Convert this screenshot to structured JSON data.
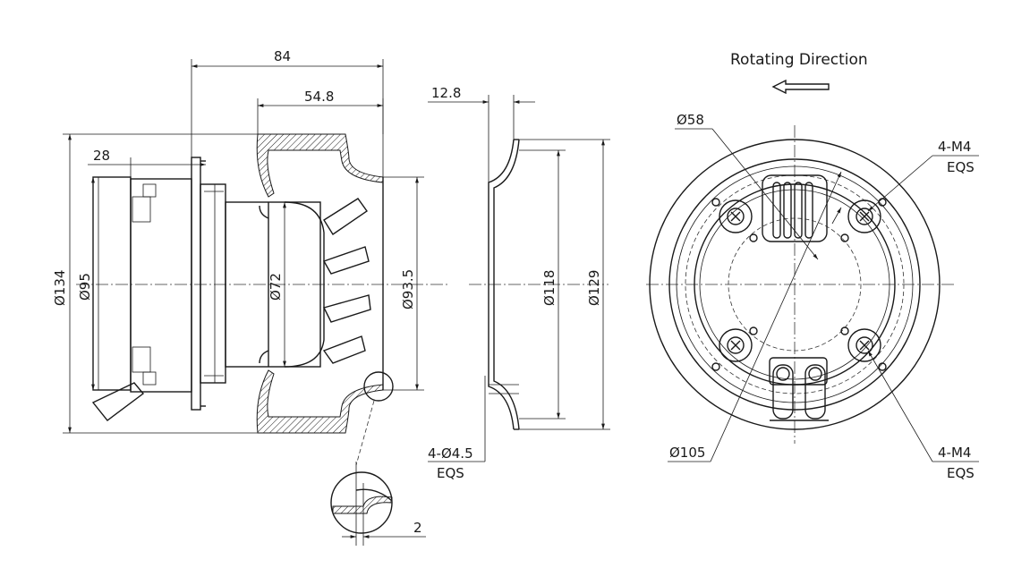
{
  "diagram": {
    "header": {
      "rotating_direction": "Rotating Direction"
    },
    "side_view": {
      "overall_depth": "84",
      "wheel_depth": "54.8",
      "plate_offset": "28",
      "dia_134": "Ø134",
      "dia_95": "Ø95",
      "dia_72": "Ø72",
      "dia_93_5": "Ø93.5"
    },
    "detail_view": {
      "thickness": "2"
    },
    "ring_view": {
      "depth": "12.8",
      "dia_118": "Ø118",
      "dia_129": "Ø129",
      "holes": "4-Ø4.5",
      "holes_eqs": "EQS"
    },
    "front_view": {
      "dia_58": "Ø58",
      "dia_105": "Ø105",
      "thread_top": "4-M4",
      "thread_top_eqs": "EQS",
      "thread_bottom": "4-M4",
      "thread_bottom_eqs": "EQS"
    }
  }
}
